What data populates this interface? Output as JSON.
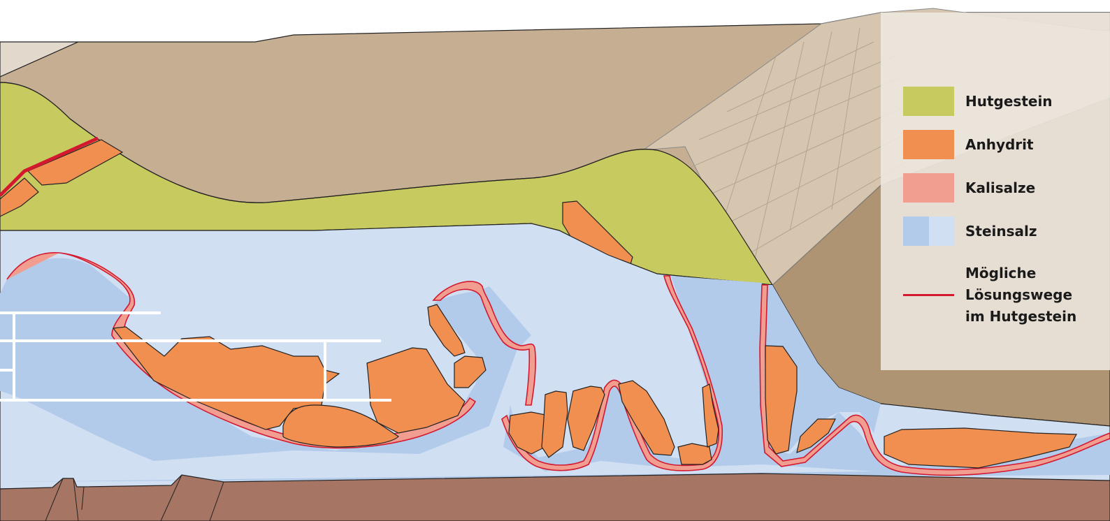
{
  "colors": {
    "overburden": "#c6ae93",
    "overburden_dark": "#ae9472",
    "overburden_light": "#e3d8cc",
    "caprock": "#c7ca5e",
    "anhydrite": "#f18f51",
    "potash": "#f19d8f",
    "rock_salt_dark": "#b2cbeb",
    "rock_salt_light": "#d1dff2",
    "basement": "#a67563",
    "dissolution_path": "#d3182f",
    "mine_workings": "#ffffff"
  },
  "legend": {
    "caprock": {
      "label": "Hutgestein",
      "color": "#c7ca5e",
      "icon": "swatch"
    },
    "anhydrite": {
      "label": "Anhydrit",
      "color": "#f18f51",
      "icon": "swatch"
    },
    "potash": {
      "label": "Kalisalze",
      "color": "#f19d8f",
      "icon": "swatch"
    },
    "rock_salt": {
      "label": "Steinsalz",
      "colors": [
        "#b2cbeb",
        "#d1dff2"
      ],
      "icon": "split-swatch"
    },
    "dissolution": {
      "lines": [
        "Mögliche",
        "Lösungswege",
        "im Hutgestein"
      ],
      "color": "#d3182f",
      "icon": "red-line"
    }
  }
}
